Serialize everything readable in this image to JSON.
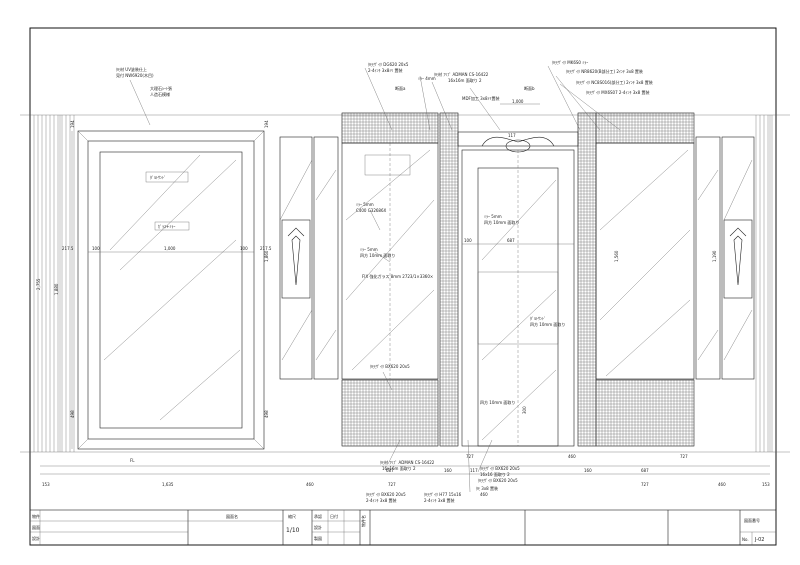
{
  "callouts": {
    "left_top_1": "ﾀﾓ材 UV塗装仕上",
    "left_top_2": "見付 NW6920(木目)",
    "left_top_3": "大理石ｼｰﾄ張",
    "left_top_4": "人造石模様",
    "left_mid": "ﾀﾞﾙﾄｻﾝﾄﾞ",
    "left_low": "ｶﾞﾗｽ+ﾐﾗｰ",
    "top_c1": "ﾀﾓﾓｻﾞｲｸ DG620 20x5",
    "top_c2": "2-4ｲﾝﾁ 3x8ﾐﾘ 置装",
    "top_c3": "断面a",
    "top_c4": "ﾐﾗｰ 4mm",
    "top_c5": "ﾀﾓ材 ﾌﾘﾌﾟ ADMAN CS-16422",
    "top_c6": "16x16m 面取り 2",
    "top_c7": "MDF加工 3x8ﾐﾘ置装",
    "top_c8": "断面b",
    "top_r1": "ﾀﾓﾓｻﾞｲｸ MK6S0 ﾐﾗｰ",
    "top_r2": "ﾀﾓﾓｻﾞｲｸ NR8620(B部分工) 2ｲﾝﾁ 3x8 置装",
    "top_r3": "ﾀﾓﾓｻﾞｲｸ NC8S016(部分工) 2ｲﾝﾁ 3x8 置装",
    "top_r4": "ﾀﾓﾓｻﾞｲｸ MX6S07 2-4ｲﾝﾁ 3x8 置装",
    "mid_c1": "ﾐﾗｰ 5mm",
    "mid_c2": "C400 G32686X",
    "mid_c3": "ﾐﾗｰ 5mm",
    "mid_c4": "四方 10mm 面取り",
    "mid_c5": "FIX 強化ガラス 8mm 2723/1×3360×",
    "mid_c6": "ﾐﾗｰ 5mm",
    "mid_c7": "四方 10mm 面取り",
    "mid_c8": "ﾀﾞﾙﾄｻﾝﾄﾞ",
    "mid_c9": "四方 10mm 面取り",
    "mid_c10": "四方 10mm 面取り",
    "bot_c1": "ﾀﾓﾓｻﾞｲｸ BX620 20x5",
    "bot_c2": "ﾀﾓ材 ﾌﾘﾌﾟ ADMAN CS-16422",
    "bot_c3": "16x16m 面取り 2",
    "bot_c4": "ﾀﾓﾓｻﾞｲｸ BX620 20x5",
    "bot_c5": "16x16 面取り 2",
    "bot_c6": "ﾀﾓﾓｻﾞｲｸ BX620 20x5",
    "bot_c7": "2-4ｲﾝﾁ 3x8 置装",
    "bot_c8": "ﾀﾓﾓｻﾞｲｸ BX620 20x5",
    "bot_c9": "460",
    "bot_c10": "ﾀﾓ 3x8 置装",
    "bot_c11": "ﾀﾓﾓｻﾞｲｸ H77 15x16",
    "bot_c12": "2-4ｲﾝﾁ 3x8 置装",
    "floor": "FL"
  },
  "dims": {
    "d_153": "153",
    "d_1635": "1,635",
    "d_460a": "460",
    "d_727a": "727",
    "d_727b": "727",
    "d_460b": "460",
    "d_153b": "153",
    "d_687a": "687",
    "d_687b": "687",
    "d_117": "117",
    "d_117b": "117",
    "d_160": "160",
    "d_160b": "160",
    "d_1000": "1,000",
    "d_100a": "100",
    "d_100b": "100",
    "d_2175": "217.5",
    "d_2175b": "217.5",
    "d_2755": "2,755",
    "d_1880": "1,880",
    "d_1860": "1,860",
    "d_1190": "1,190",
    "d_194": "194",
    "d_194b": "194",
    "d_498": "498",
    "d_498b": "498",
    "d_300": "300",
    "d_1560": "1,560",
    "d_687c": "687",
    "d_100c": "100",
    "d_1000b": "1,000",
    "d_727c": "727",
    "d_460c": "460",
    "d_727d": "727"
  },
  "title_block": {
    "col_a": "物件名",
    "col_b": "図面名",
    "col_c": "縮尺",
    "scale": "1/10",
    "date": "日付",
    "design": "設計",
    "check": "製図",
    "draw": "承認",
    "sheet_label": "図面番号",
    "no_label": "No.",
    "no_value": "J-02",
    "left_1": "物件",
    "left_2": "図面",
    "left_3": "設計"
  }
}
